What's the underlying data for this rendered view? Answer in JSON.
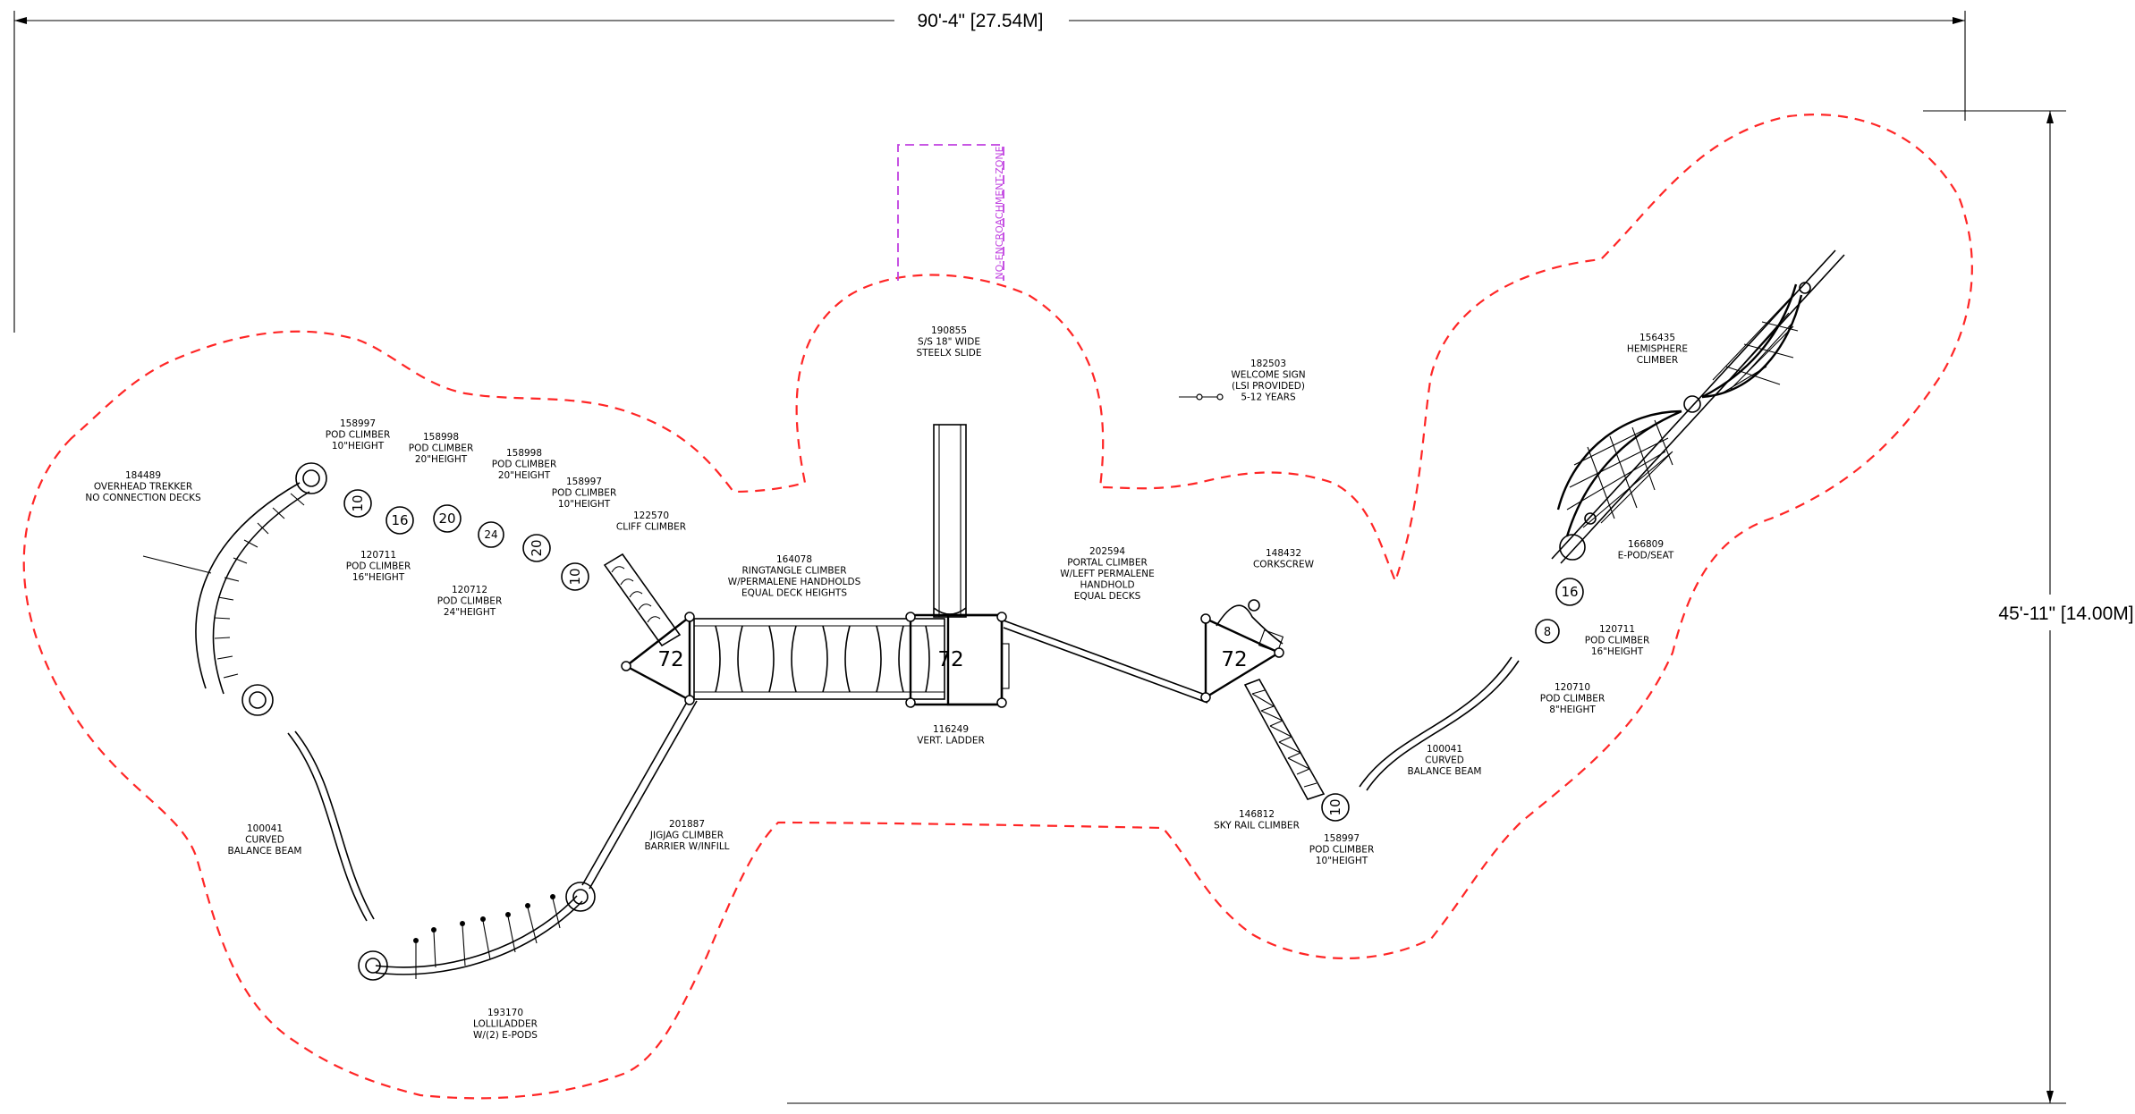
{
  "dimensions": {
    "width": "90'-4\" [27.54M]",
    "height": "45'-11\" [14.00M]"
  },
  "zones": {
    "no_encroachment": "NO-ENCROACHMENT-ZONE"
  },
  "colors": {
    "boundary": "#ff2626",
    "no_encroachment": "#c040e0",
    "linework": "#000000"
  },
  "decks": [
    {
      "id": "deck-left",
      "label": "72"
    },
    {
      "id": "deck-center",
      "label": "72"
    },
    {
      "id": "deck-right",
      "label": "72"
    }
  ],
  "pods": [
    {
      "id": "pod-1",
      "label": "10"
    },
    {
      "id": "pod-2",
      "label": "16"
    },
    {
      "id": "pod-3",
      "label": "20"
    },
    {
      "id": "pod-4",
      "label": "24"
    },
    {
      "id": "pod-5",
      "label": "20"
    },
    {
      "id": "pod-6",
      "label": "10"
    },
    {
      "id": "pod-7",
      "label": "16"
    },
    {
      "id": "pod-8",
      "label": "8"
    },
    {
      "id": "pod-9",
      "label": "10"
    }
  ],
  "components": [
    {
      "id": "overhead-trekker",
      "lines": [
        "184489",
        "OVERHEAD TREKKER",
        "NO CONNECTION DECKS"
      ]
    },
    {
      "id": "pod-climber-158997-a",
      "lines": [
        "158997",
        "POD CLIMBER",
        "10\"HEIGHT"
      ]
    },
    {
      "id": "pod-climber-158998-a",
      "lines": [
        "158998",
        "POD CLIMBER",
        "20\"HEIGHT"
      ]
    },
    {
      "id": "pod-climber-158998-b",
      "lines": [
        "158998",
        "POD CLIMBER",
        "20\"HEIGHT"
      ]
    },
    {
      "id": "pod-climber-158997-b",
      "lines": [
        "158997",
        "POD CLIMBER",
        "10\"HEIGHT"
      ]
    },
    {
      "id": "cliff-climber",
      "lines": [
        "122570",
        "CLIFF CLIMBER"
      ]
    },
    {
      "id": "pod-climber-120711-a",
      "lines": [
        "120711",
        "POD CLIMBER",
        "16\"HEIGHT"
      ]
    },
    {
      "id": "pod-climber-120712",
      "lines": [
        "120712",
        "POD CLIMBER",
        "24\"HEIGHT"
      ]
    },
    {
      "id": "steelx-slide",
      "lines": [
        "190855",
        "S/S 18\" WIDE",
        "STEELX SLIDE"
      ]
    },
    {
      "id": "welcome-sign",
      "lines": [
        "182503",
        "WELCOME SIGN",
        "(LSI PROVIDED)",
        "5-12 YEARS"
      ]
    },
    {
      "id": "ringtangle-climber",
      "lines": [
        "164078",
        "RINGTANGLE CLIMBER",
        "W/PERMALENE HANDHOLDS",
        "EQUAL DECK HEIGHTS"
      ]
    },
    {
      "id": "portal-climber",
      "lines": [
        "202594",
        "PORTAL CLIMBER",
        "W/LEFT PERMALENE",
        "HANDHOLD",
        "EQUAL DECKS"
      ]
    },
    {
      "id": "corkscrew",
      "lines": [
        "148432",
        "CORKSCREW"
      ]
    },
    {
      "id": "vert-ladder",
      "lines": [
        "116249",
        "VERT. LADDER"
      ]
    },
    {
      "id": "hemisphere-climber",
      "lines": [
        "156435",
        "HEMISPHERE",
        "CLIMBER"
      ]
    },
    {
      "id": "e-pod-seat",
      "lines": [
        "166809",
        "E-POD/SEAT"
      ]
    },
    {
      "id": "pod-climber-120711-b",
      "lines": [
        "120711",
        "POD CLIMBER",
        "16\"HEIGHT"
      ]
    },
    {
      "id": "pod-climber-120710",
      "lines": [
        "120710",
        "POD CLIMBER",
        "8\"HEIGHT"
      ]
    },
    {
      "id": "balance-beam-left",
      "lines": [
        "100041",
        "CURVED",
        "BALANCE BEAM"
      ]
    },
    {
      "id": "jigjag-climber",
      "lines": [
        "201887",
        "JIGJAG CLIMBER",
        "BARRIER W/INFILL"
      ]
    },
    {
      "id": "sky-rail-climber",
      "lines": [
        "146812",
        "SKY RAIL CLIMBER"
      ]
    },
    {
      "id": "balance-beam-right",
      "lines": [
        "100041",
        "CURVED",
        "BALANCE BEAM"
      ]
    },
    {
      "id": "pod-climber-158997-c",
      "lines": [
        "158997",
        "POD CLIMBER",
        "10\"HEIGHT"
      ]
    },
    {
      "id": "lolliladder",
      "lines": [
        "193170",
        "LOLLILADDER",
        "W/(2) E-PODS"
      ]
    }
  ]
}
